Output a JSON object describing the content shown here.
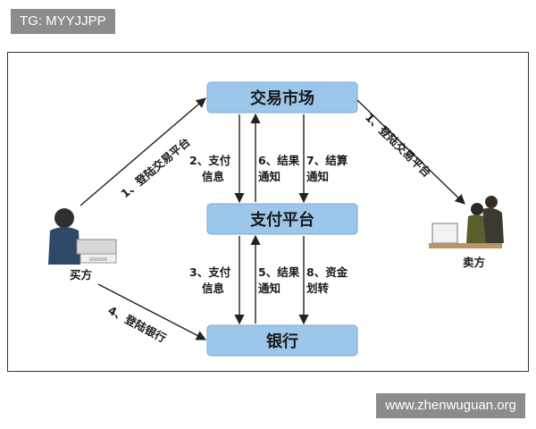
{
  "watermarks": {
    "top": "TG: MYYJJPP",
    "bottom": "www.zhenwuguan.org"
  },
  "nodes": {
    "market": "交易市场",
    "payment": "支付平台",
    "bank": "银行",
    "buyer": "买方",
    "seller": "卖方"
  },
  "edges": {
    "buyer_login_market": "1、登陆交易平台",
    "seller_login_market": "1、登陆交易平台",
    "pay_info_1": "2、支付",
    "pay_info_2": "信息",
    "notify6_1": "6、结果",
    "notify6_2": "通知",
    "notify7_1": "7、结算",
    "notify7_2": "通知",
    "bank_pay_1": "3、支付",
    "bank_pay_2": "信息",
    "notify5_1": "5、结果",
    "notify5_2": "通知",
    "transfer8_1": "8、资金",
    "transfer8_2": "划转",
    "buyer_login_bank": "4、登陆银行"
  },
  "colors": {
    "box_fill": "#9cc6ea",
    "box_stroke": "#7aaad6",
    "arrow": "#222222"
  }
}
